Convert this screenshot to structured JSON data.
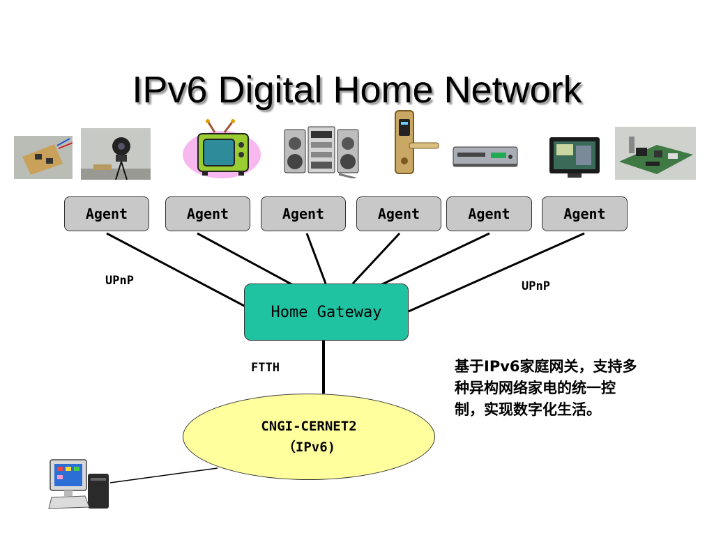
{
  "title": "IPv6 Digital Home Network",
  "agents": [
    "Agent",
    "Agent",
    "Agent",
    "Agent",
    "Agent",
    "Agent"
  ],
  "gateway": "Home Gateway",
  "labels": {
    "upnp_left": "UPnP",
    "upnp_right": "UPnP",
    "ftth": "FTTH"
  },
  "network": {
    "line1": "CNGI-CERNET2",
    "line2": "（IPv6)"
  },
  "note": {
    "line1": "基于IPv6家庭网关，支持多",
    "line2": "种异构网络家电的统一控",
    "line3": "制，实现数字化生活。"
  },
  "devices": [
    "sensor-board-photo",
    "webcam-photo",
    "television-icon",
    "stereo-system-icon",
    "door-lock-photo",
    "dvd-player-icon",
    "lcd-monitor-photo",
    "circuit-board-photo",
    "desktop-computer-icon"
  ],
  "colors": {
    "agent_fill": "#c8c8c8",
    "gateway_fill": "#1fc3a1",
    "cloud_fill": "#ffff9e"
  }
}
